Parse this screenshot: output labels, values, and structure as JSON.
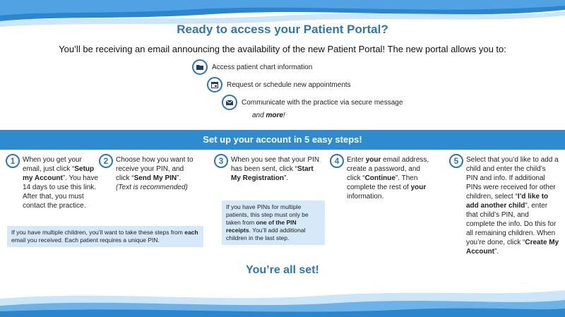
{
  "header": {
    "title": "Ready to access your Patient Portal?",
    "intro": "You’ll be receiving an email announcing the availability of the new Patient Portal! The new portal allows you to:"
  },
  "features": [
    {
      "icon": "folder-icon",
      "text": "Access patient chart information"
    },
    {
      "icon": "calendar-icon",
      "text": "Request or schedule new appointments"
    },
    {
      "icon": "envelope-icon",
      "text": "Communicate with the practice via secure message"
    }
  ],
  "features_more": {
    "pre": "and ",
    "bold": "more",
    "post": "!"
  },
  "banner": {
    "text": "Set up your account in 5 easy steps!"
  },
  "steps": {
    "s1": {
      "num": "1",
      "a": "When you get your email, just click “",
      "b": "Setup my Account",
      "c": "”. You have 14 days to use this link. After that, you must contact the practice."
    },
    "s2": {
      "num": "2",
      "a": "Choose how you want to receive your PIN, and click “",
      "b": "Send My PIN",
      "c": "”.",
      "note": "(Text is recommended)"
    },
    "s3": {
      "num": "3",
      "a": "When you see that your PIN has been sent, click “",
      "b": "Start My Registration",
      "c": "”."
    },
    "s4": {
      "num": "4",
      "a": "Enter ",
      "b": "your",
      "c": " email address, create a password, and click “",
      "d": "Continue",
      "e": "”. Then complete the rest of ",
      "f": "your",
      "g": " information."
    },
    "s5": {
      "num": "5",
      "a": "Select that you’d like to add a child and enter the child’s PIN and info. If additional PINs were received for other children, select “",
      "b": "I’d like to add another child",
      "c": "”, enter that child’s PIN, and complete the info. Do this for all remaining children. When you’re done, click “",
      "d": "Create My Account",
      "e": "”."
    }
  },
  "notes": {
    "children": {
      "a": "If you have multiple children, you’ll want to take these steps from ",
      "b": "each",
      "c": " email you received. Each patient requires a unique PIN."
    },
    "pins": {
      "a": "If you have PINs for multiple patients, this step must only be taken from ",
      "b": "one of the PIN receipts",
      "c": ". You’ll add additional children in the last step."
    }
  },
  "footer": {
    "text": "You’re all set!"
  },
  "colors": {
    "accent": "#2e75b6",
    "banner": "#2e8bd0",
    "note_bg": "#d6e9f8"
  }
}
